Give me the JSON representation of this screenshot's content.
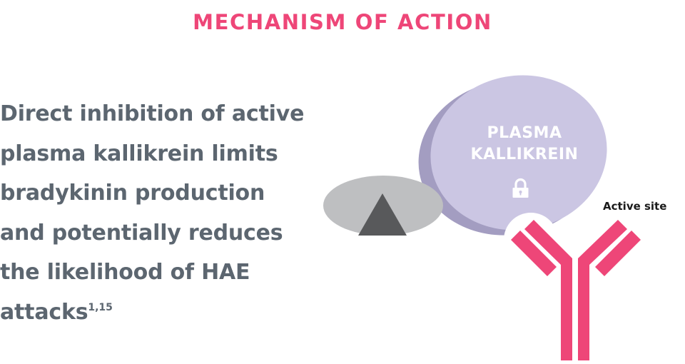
{
  "header": {
    "title": "MECHANISM OF ACTION"
  },
  "body": {
    "lines": [
      "Direct inhibition of active",
      "plasma kallikrein limits",
      "bradykinin production",
      "and potentially reduces",
      "the likelihood of HAE",
      "attacks"
    ],
    "superscript": "1,15"
  },
  "diagram": {
    "kallikrein_label_line1": "PLASMA",
    "kallikrein_label_line2": "KALLIKREIN",
    "lock_icon": "lock-icon",
    "active_site_label": "Active site",
    "colors": {
      "accent_pink": "#EE4678",
      "text_gray": "#5C6670",
      "kallikrein_fill": "#CBC6E3",
      "kallikrein_shadow": "#A39DC1",
      "substrate_ellipse": "#BEBFC1",
      "substrate_triangle": "#58595B"
    }
  }
}
